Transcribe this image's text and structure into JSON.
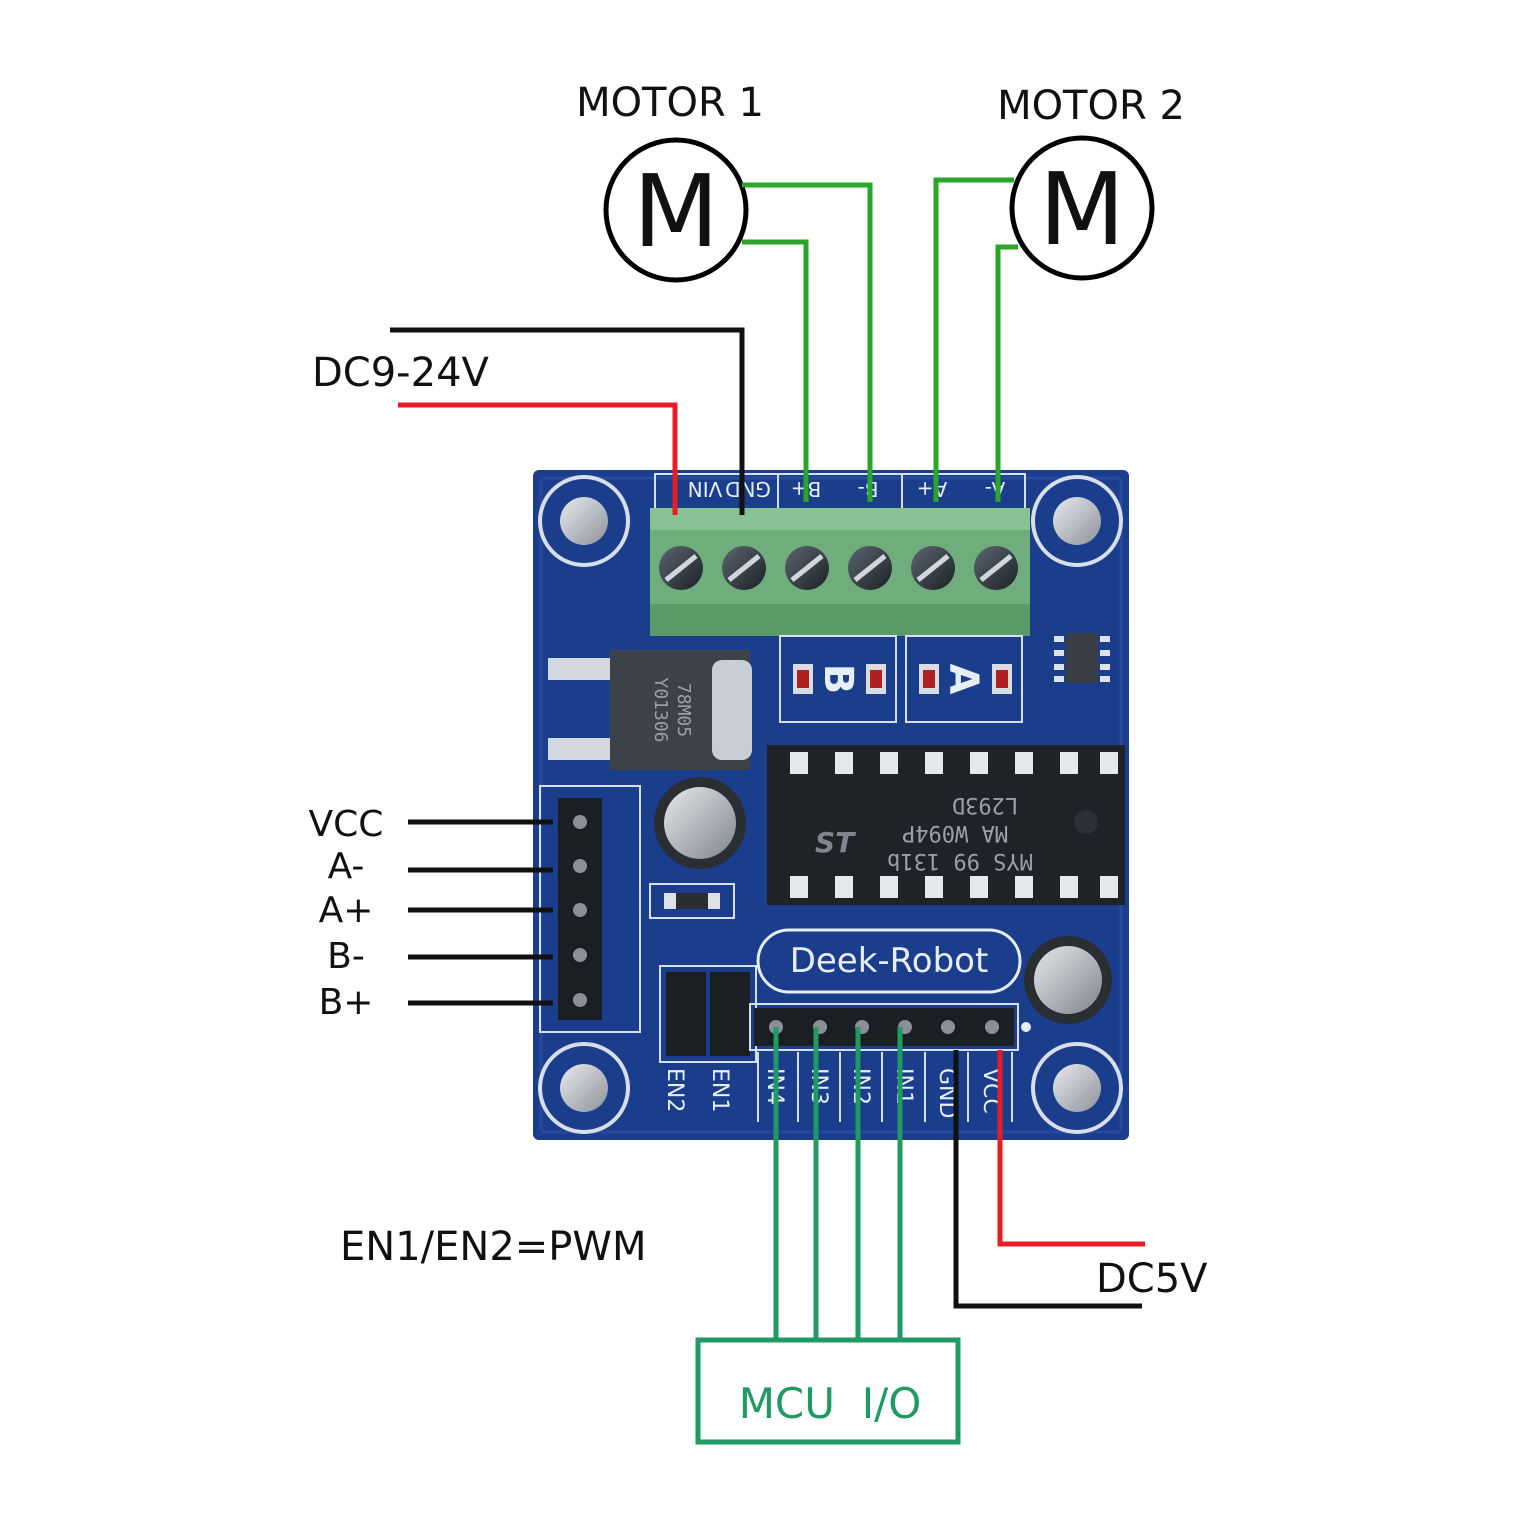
{
  "diagram": {
    "motor1": {
      "title": "MOTOR 1",
      "symbol": "M"
    },
    "motor2": {
      "title": "MOTOR 2",
      "symbol": "M"
    },
    "power_in_label": "DC9-24V",
    "logic_power_label": "DC5V",
    "pwm_note": "EN1/EN2=PWM",
    "mcu_box_label": "MCU  I/O",
    "header_left_labels": [
      "VCC",
      "A-",
      "A+",
      "B-",
      "B+"
    ],
    "terminal_labels": [
      "VIN",
      "GND",
      "B+",
      "B-",
      "A+",
      "A-"
    ],
    "bottom_pin_labels": [
      "EN2",
      "EN1",
      "IN4",
      "IN3",
      "IN2",
      "IN1",
      "GND",
      "VCC"
    ],
    "channel_labels": [
      "B",
      "A"
    ],
    "brand_label": "Deek-Robot",
    "regulator_text": [
      "78M05",
      "Y01306"
    ],
    "ic_text": [
      "L293D",
      "MA W094P",
      "MYS 99 131b"
    ],
    "colors": {
      "board": "#1a3d8c",
      "terminal_block": "#6fae7c",
      "motor_wire": "#2aa52a",
      "mcu_wire": "#1f9a63",
      "positive_wire": "#e81c24",
      "negative_wire": "#111111"
    }
  }
}
